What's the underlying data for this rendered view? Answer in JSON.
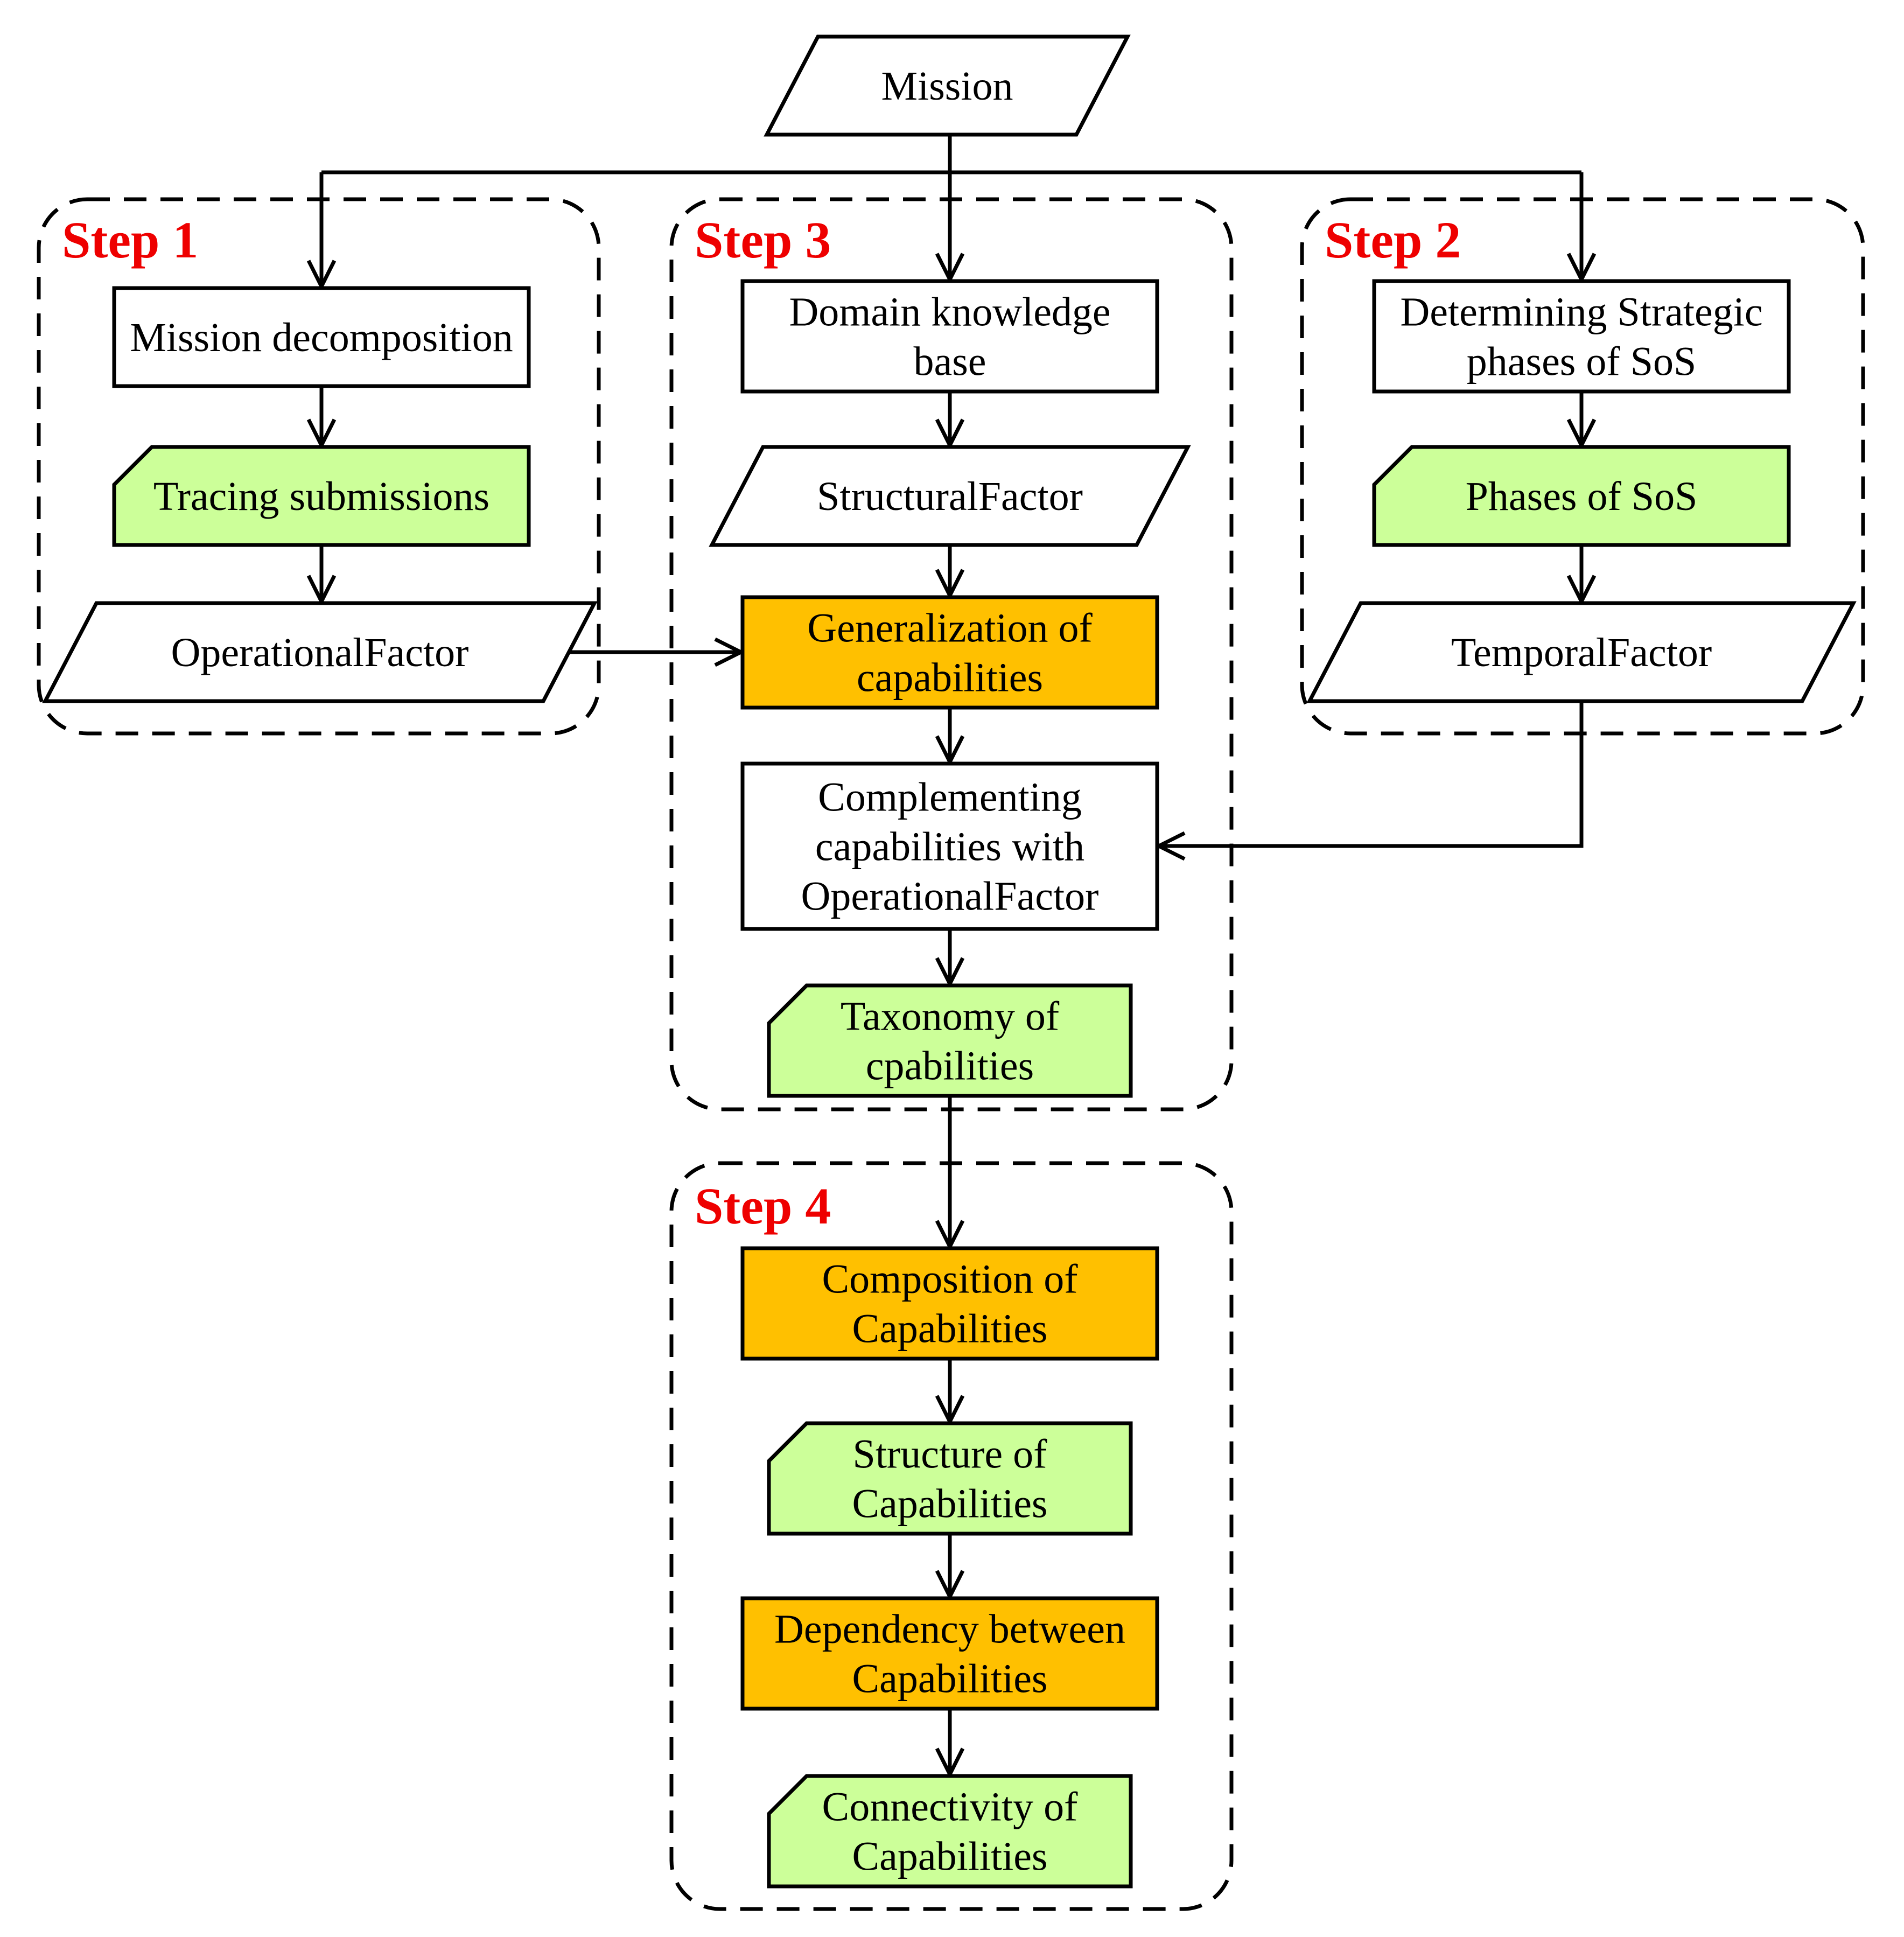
{
  "colors": {
    "process_white": "#ffffff",
    "process_orange": "#ffc000",
    "card_green": "#ccff99",
    "step_label": "#ee0000",
    "stroke": "#000000"
  },
  "steps": [
    {
      "label": "Step 1"
    },
    {
      "label": "Step 3"
    },
    {
      "label": "Step 2"
    },
    {
      "label": "Step 4"
    }
  ],
  "nodes": {
    "mission": {
      "shape": "data",
      "lines": [
        "Mission"
      ]
    },
    "mission_decomposition": {
      "shape": "process",
      "lines": [
        "Mission decomposition"
      ]
    },
    "tracing_submissions": {
      "shape": "card",
      "lines": [
        "Tracing submissions"
      ]
    },
    "operational_factor": {
      "shape": "data",
      "lines": [
        "OperationalFactor"
      ]
    },
    "domain_knowledge_base": {
      "shape": "process",
      "lines": [
        "Domain knowledge",
        "base"
      ]
    },
    "structural_factor": {
      "shape": "data",
      "lines": [
        "StructuralFactor"
      ]
    },
    "generalization_of_capabilities": {
      "shape": "process",
      "lines": [
        "Generalization of",
        "capabilities"
      ]
    },
    "complementing_capabilities": {
      "shape": "process",
      "lines": [
        "Complementing",
        "capabilities with",
        "OperationalFactor"
      ]
    },
    "taxonomy_of_capabilities": {
      "shape": "card",
      "lines": [
        "Taxonomy of",
        "cpabilities"
      ]
    },
    "determining_strategic_phases": {
      "shape": "process",
      "lines": [
        "Determining Strategic",
        "phases of SoS"
      ]
    },
    "phases_of_sos": {
      "shape": "card",
      "lines": [
        "Phases of SoS"
      ]
    },
    "temporal_factor": {
      "shape": "data",
      "lines": [
        "TemporalFactor"
      ]
    },
    "composition_of_capabilities": {
      "shape": "process",
      "lines": [
        "Composition of",
        "Capabilities"
      ]
    },
    "structure_of_capabilities": {
      "shape": "card",
      "lines": [
        "Structure of",
        "Capabilities"
      ]
    },
    "dependency_between_capabilities": {
      "shape": "process",
      "lines": [
        "Dependency between",
        "Capabilities"
      ]
    },
    "connectivity_of_capabilities": {
      "shape": "card",
      "lines": [
        "Connectivity of",
        "Capabilities"
      ]
    }
  }
}
